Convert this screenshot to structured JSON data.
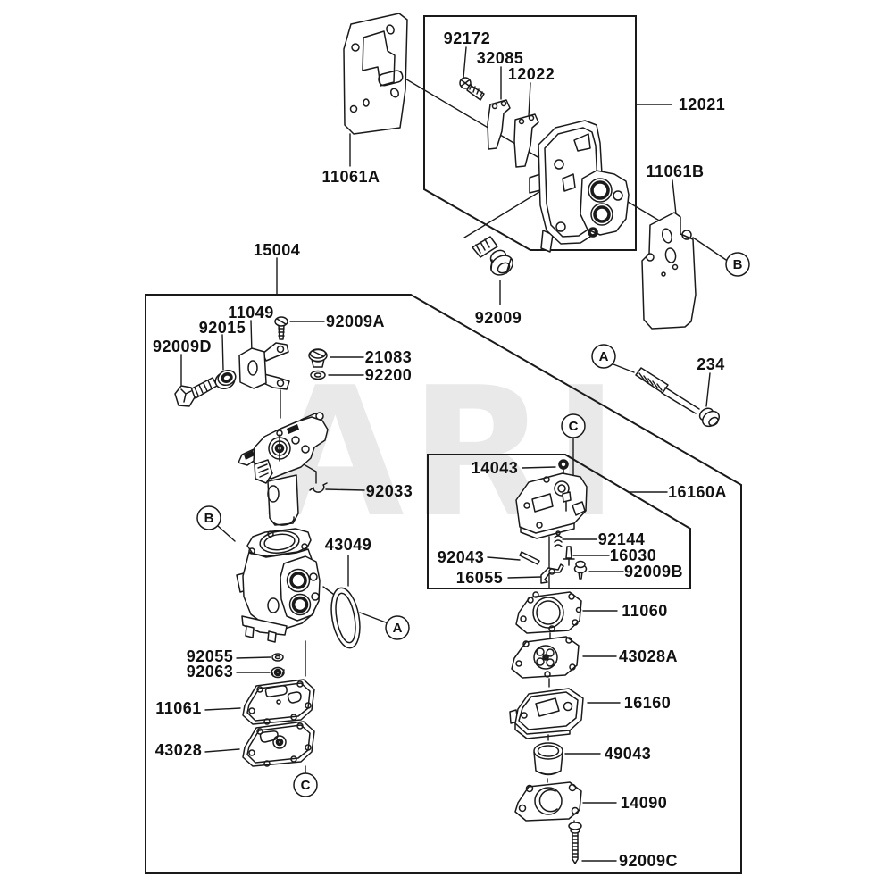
{
  "diagram": {
    "title_watermark": "ARI",
    "colors": {
      "line": "#1a1a1a",
      "background": "#ffffff",
      "watermark": "#e9e9e9"
    },
    "callouts": {
      "a": "A",
      "b": "B",
      "c": "C"
    },
    "labels": {
      "15004": "15004",
      "12021": "12021",
      "92172": "92172",
      "32085": "32085",
      "12022": "12022",
      "11061A": "11061A",
      "11061B": "11061B",
      "92009": "92009",
      "234": "234",
      "11049": "11049",
      "92015": "92015",
      "92009D": "92009D",
      "92009A": "92009A",
      "21083": "21083",
      "92200": "92200",
      "92033": "92033",
      "14043": "14043",
      "16160A": "16160A",
      "92144": "92144",
      "16030": "16030",
      "92043": "92043",
      "16055": "16055",
      "92009B": "92009B",
      "43049": "43049",
      "92055": "92055",
      "92063": "92063",
      "11061": "11061",
      "43028": "43028",
      "11060": "11060",
      "43028A": "43028A",
      "16160": "16160",
      "49043": "49043",
      "14090": "14090",
      "92009C": "92009C"
    }
  }
}
